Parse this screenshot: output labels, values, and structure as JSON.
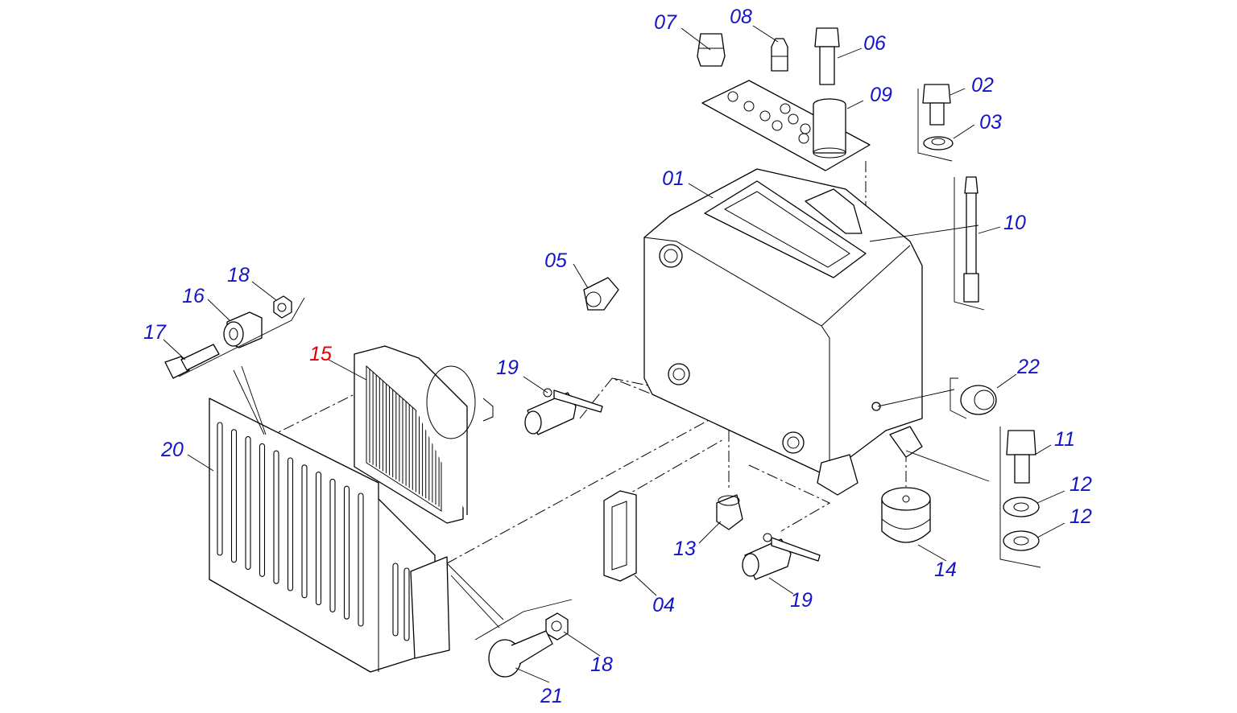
{
  "colors": {
    "callout": "#1414c8",
    "callout_highlight": "#e00000",
    "line": "#000000",
    "background": "#ffffff"
  },
  "callouts": [
    {
      "id": "c01",
      "text": "01"
    },
    {
      "id": "c02",
      "text": "02"
    },
    {
      "id": "c03",
      "text": "03"
    },
    {
      "id": "c04",
      "text": "04"
    },
    {
      "id": "c05",
      "text": "05"
    },
    {
      "id": "c06",
      "text": "06"
    },
    {
      "id": "c07",
      "text": "07"
    },
    {
      "id": "c08",
      "text": "08"
    },
    {
      "id": "c09",
      "text": "09"
    },
    {
      "id": "c10",
      "text": "10"
    },
    {
      "id": "c11",
      "text": "11"
    },
    {
      "id": "c12a",
      "text": "12"
    },
    {
      "id": "c12b",
      "text": "12"
    },
    {
      "id": "c13",
      "text": "13"
    },
    {
      "id": "c14",
      "text": "14"
    },
    {
      "id": "c15",
      "text": "15",
      "highlight": true
    },
    {
      "id": "c16",
      "text": "16"
    },
    {
      "id": "c17",
      "text": "17"
    },
    {
      "id": "c18a",
      "text": "18"
    },
    {
      "id": "c18b",
      "text": "18"
    },
    {
      "id": "c19a",
      "text": "19"
    },
    {
      "id": "c19b",
      "text": "19"
    },
    {
      "id": "c20",
      "text": "20"
    },
    {
      "id": "c21",
      "text": "21"
    },
    {
      "id": "c22",
      "text": "22"
    }
  ]
}
